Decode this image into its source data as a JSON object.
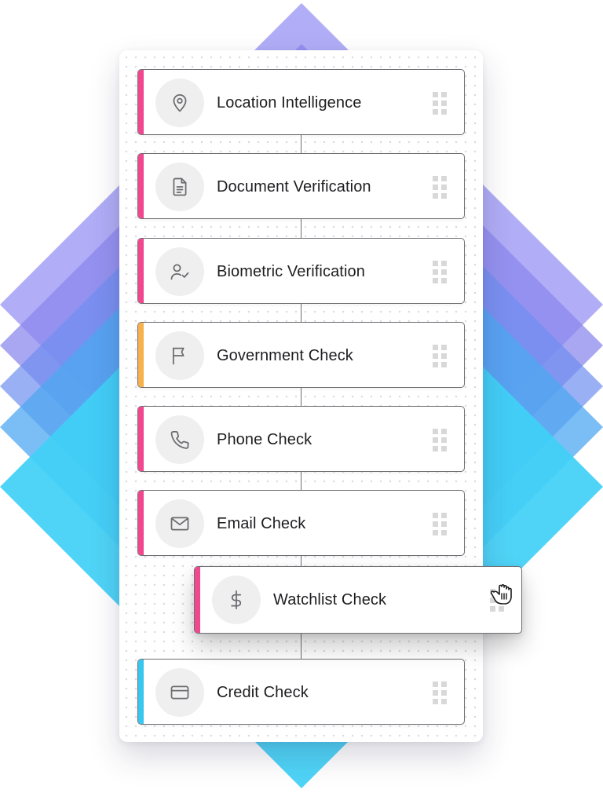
{
  "colors": {
    "pink_accent": "#f0478e",
    "orange_accent": "#f7b24b",
    "cyan_accent": "#38c7ee",
    "card_border": "#6f6f74",
    "connector": "#6e6e73",
    "diamond_purple": "#8f8bef",
    "diamond_cyan": "#3fd1f6"
  },
  "workflow": {
    "steps": [
      {
        "label": "Location Intelligence",
        "icon": "location-pin-icon",
        "accent": "pink"
      },
      {
        "label": "Document Verification",
        "icon": "document-icon",
        "accent": "pink"
      },
      {
        "label": "Biometric Verification",
        "icon": "user-check-icon",
        "accent": "pink"
      },
      {
        "label": "Government Check",
        "icon": "flag-icon",
        "accent": "orange"
      },
      {
        "label": "Phone Check",
        "icon": "phone-icon",
        "accent": "pink"
      },
      {
        "label": "Email Check",
        "icon": "envelope-icon",
        "accent": "pink"
      },
      {
        "label": "Watchlist Check",
        "icon": "dollar-icon",
        "accent": "pink",
        "state": "dragging"
      },
      {
        "label": "Credit Check",
        "icon": "credit-card-icon",
        "accent": "cyan"
      }
    ]
  },
  "cursor": {
    "icon": "grab-hand-icon"
  }
}
